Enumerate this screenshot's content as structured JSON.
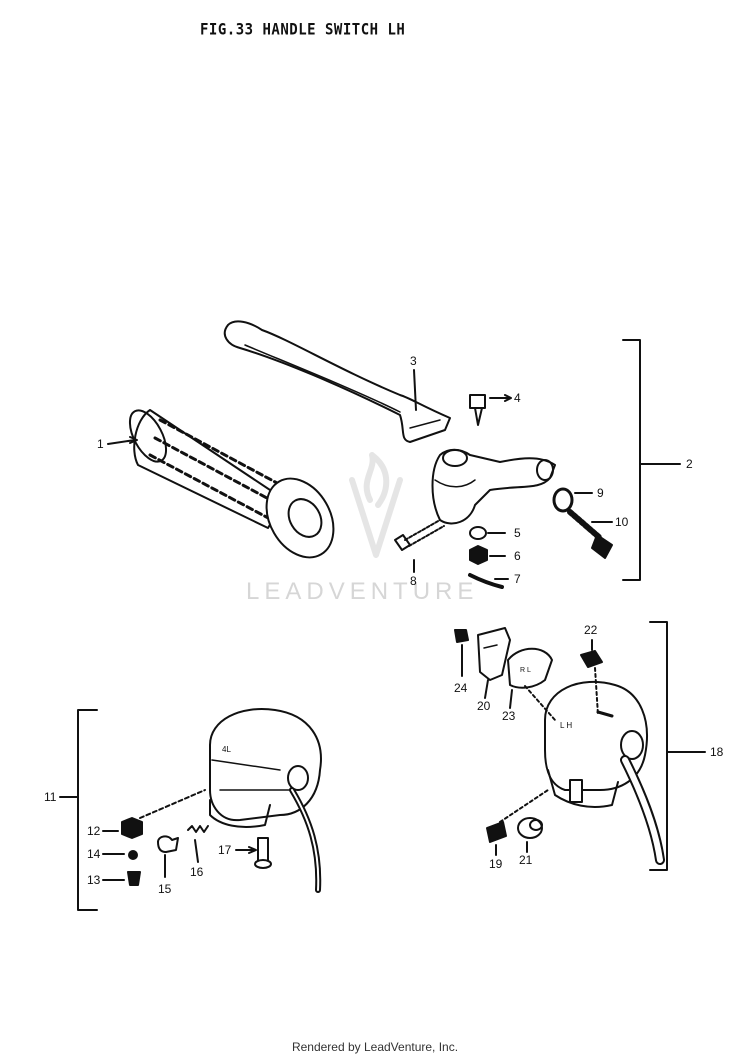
{
  "title": "FIG.33  HANDLE SWITCH LH",
  "watermark": "LEADVENTURE",
  "footer": "Rendered by LeadVenture, Inc.",
  "callouts": {
    "c1": "1",
    "c2": "2",
    "c3": "3",
    "c4": "4",
    "c5": "5",
    "c6": "6",
    "c7": "7",
    "c8": "8",
    "c9": "9",
    "c10": "10",
    "c11": "11",
    "c12": "12",
    "c13": "13",
    "c14": "14",
    "c15": "15",
    "c16": "16",
    "c17": "17",
    "c18": "18",
    "c19": "19",
    "c20": "20",
    "c21": "21",
    "c22": "22",
    "c23": "23",
    "c24": "24"
  }
}
